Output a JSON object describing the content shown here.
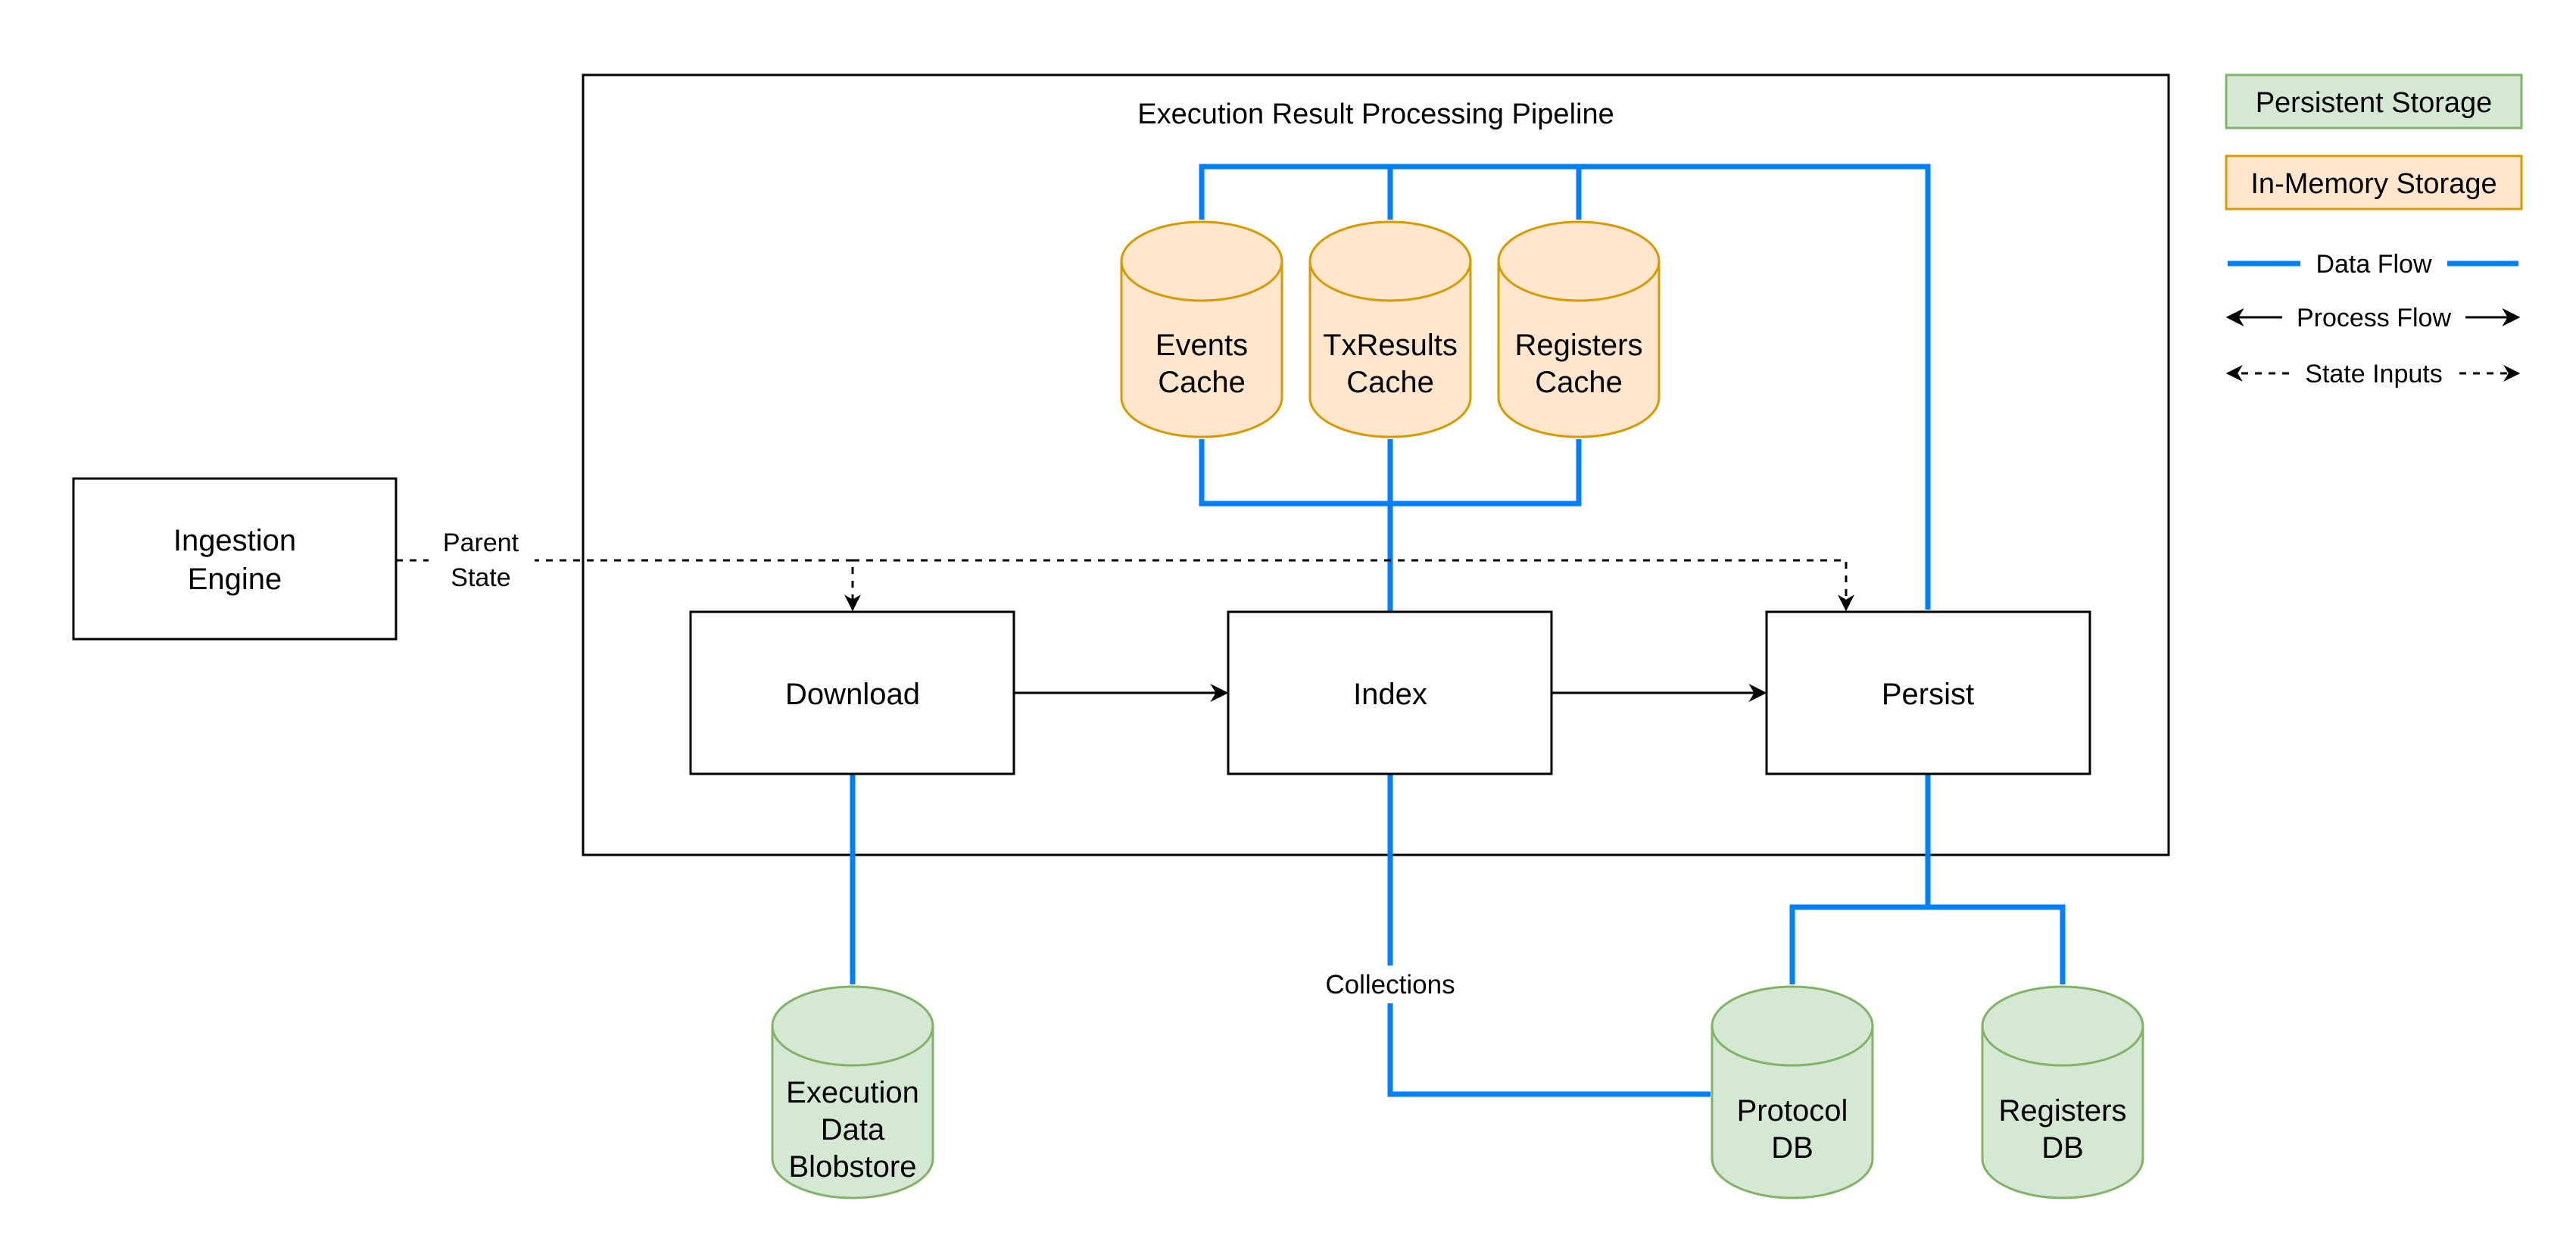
{
  "pipeline": {
    "title": "Execution Result Processing Pipeline"
  },
  "ingestion_engine": {
    "line1": "Ingestion",
    "line2": "Engine"
  },
  "parent_state_label": {
    "line1": "Parent",
    "line2": "State"
  },
  "steps": {
    "download": "Download",
    "index": "Index",
    "persist": "Persist"
  },
  "caches": {
    "events": {
      "line1": "Events",
      "line2": "Cache"
    },
    "txresults": {
      "line1": "TxResults",
      "line2": "Cache"
    },
    "registers": {
      "line1": "Registers",
      "line2": "Cache"
    }
  },
  "stores": {
    "blobstore": {
      "line1": "Execution",
      "line2": "Data",
      "line3": "Blobstore"
    },
    "protocol_db": {
      "line1": "Protocol",
      "line2": "DB"
    },
    "registers_db": {
      "line1": "Registers",
      "line2": "DB"
    }
  },
  "collections_label": "Collections",
  "legend": {
    "persistent": "Persistent Storage",
    "in_memory": "In-Memory Storage",
    "data_flow": "Data Flow",
    "process_flow": "Process Flow",
    "state_inputs": "State Inputs"
  },
  "colors": {
    "data_flow": "#007FFF",
    "persistent_fill": "#D5E8D4",
    "persistent_stroke": "#82B366",
    "in_memory_fill": "#FFE6CC",
    "in_memory_stroke": "#D79B00"
  }
}
